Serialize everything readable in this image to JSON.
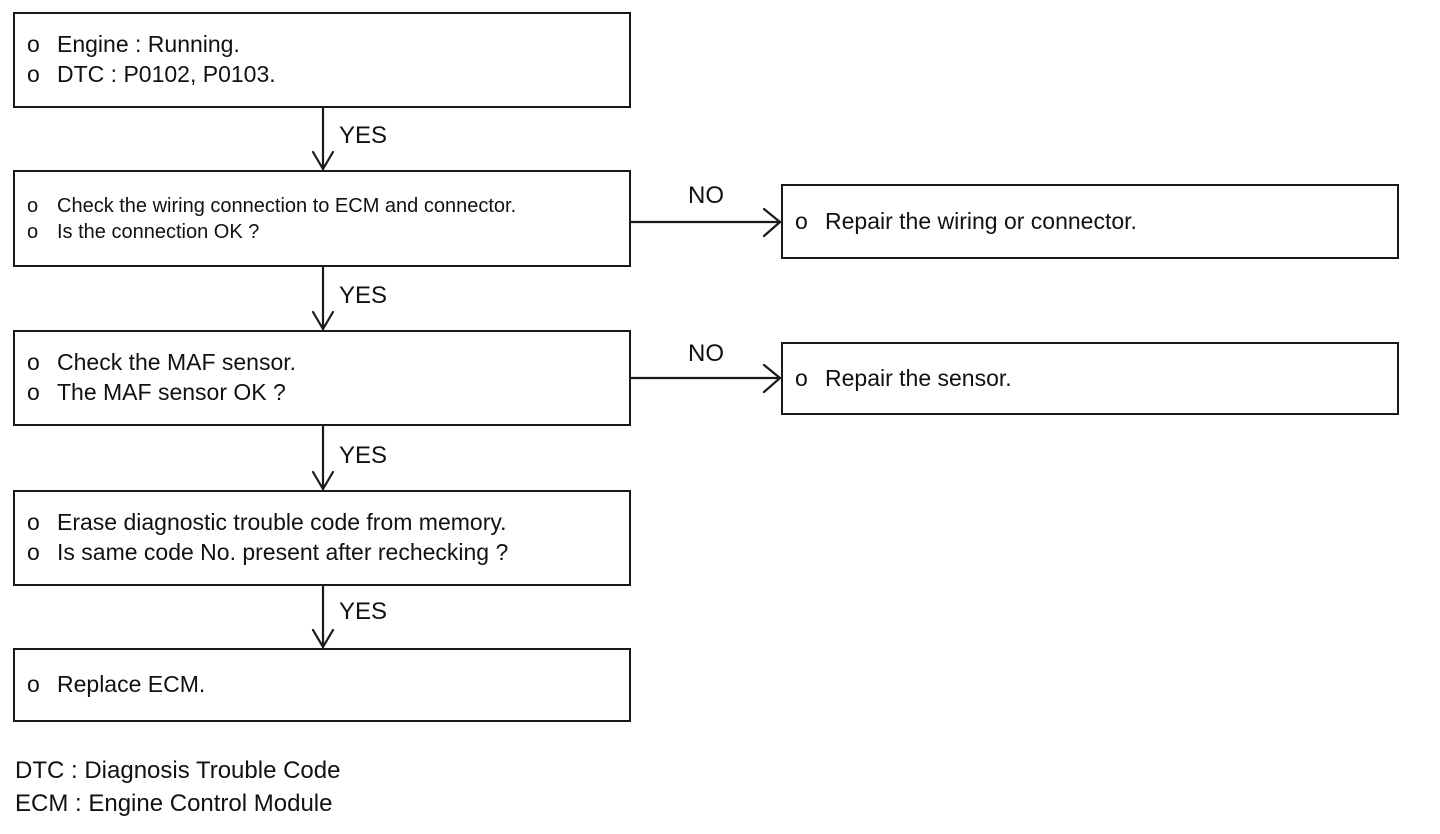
{
  "flowchart": {
    "steps": [
      {
        "bullet": "o",
        "lines": [
          "Engine : Running.",
          "DTC : P0102, P0103."
        ]
      },
      {
        "bullet": "o",
        "lines": [
          "Check the wiring connection to ECM and connector.",
          "Is the connection OK ?"
        ]
      },
      {
        "bullet": "o",
        "lines": [
          "Check the MAF sensor.",
          "The MAF sensor OK ?"
        ]
      },
      {
        "bullet": "o",
        "lines": [
          "Erase diagnostic trouble code from memory.",
          "Is same code No. present after rechecking ?"
        ]
      },
      {
        "bullet": "o",
        "lines": [
          "Replace ECM."
        ]
      }
    ],
    "repairs": [
      {
        "bullet": "o",
        "lines": [
          "Repair the wiring or connector."
        ]
      },
      {
        "bullet": "o",
        "lines": [
          "Repair the sensor."
        ]
      }
    ],
    "edges": {
      "yes_1": "YES",
      "yes_2": "YES",
      "yes_3": "YES",
      "yes_4": "YES",
      "no_1": "NO",
      "no_2": "NO"
    }
  },
  "legend": {
    "items": [
      "DTC : Diagnosis Trouble Code",
      "ECM : Engine Control Module"
    ]
  }
}
